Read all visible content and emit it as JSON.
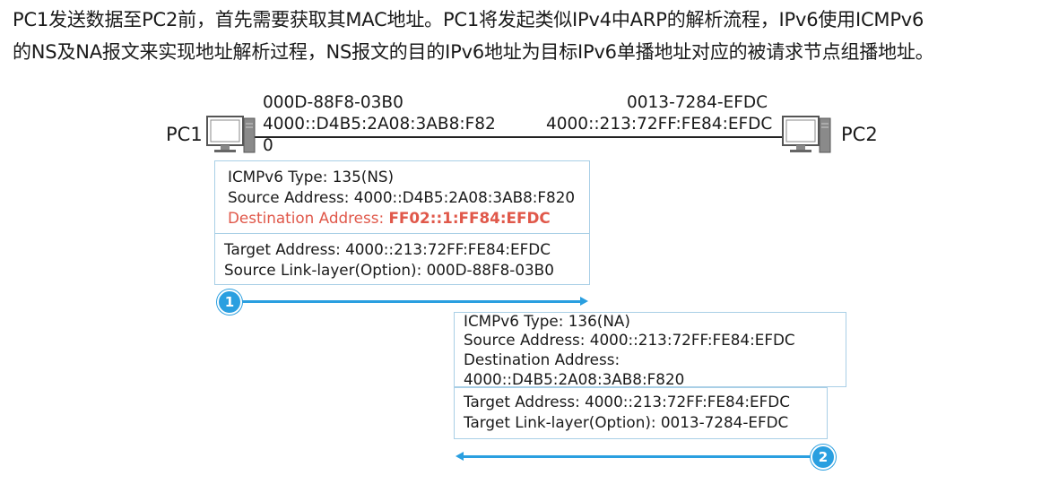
{
  "intro": {
    "line1": "PC1发送数据至PC2前，首先需要获取其MAC地址。PC1将发起类似IPv4中ARP的解析流程，IPv6使用ICMPv6",
    "line2": "的NS及NA报文来实现地址解析过程，NS报文的目的IPv6地址为目标IPv6单播地址对应的被请求节点组播地址。"
  },
  "pc1": {
    "name": "PC1",
    "mac": "000D-88F8-03B0",
    "ipv6_part1": "4000::D4B5:2A08:3AB8:F82",
    "ipv6_part2": "0"
  },
  "pc2": {
    "name": "PC2",
    "mac": "0013-7284-EFDC",
    "ipv6": "4000::213:72FF:FE84:EFDC"
  },
  "ns_message": {
    "header": {
      "type": "ICMPv6 Type: 135(NS)",
      "source": "Source Address: 4000::D4B5:2A08:3AB8:F820",
      "dest_label": "Destination Address: ",
      "dest_value": "FF02::1:FF84:EFDC"
    },
    "body": {
      "target": "Target Address: 4000::213:72FF:FE84:EFDC",
      "option": "Source Link-layer(Option): 000D-88F8-03B0"
    },
    "step": "1"
  },
  "na_message": {
    "header": {
      "type": "ICMPv6 Type: 136(NA)",
      "source": "Source Address: 4000::213:72FF:FE84:EFDC",
      "dest_label": "Destination Address:",
      "dest_value": "4000::D4B5:2A08:3AB8:F820"
    },
    "body": {
      "target": "Target Address: 4000::213:72FF:FE84:EFDC",
      "option": "Target Link-layer(Option): 0013-7284-EFDC"
    },
    "step": "2"
  },
  "colors": {
    "accent": "#2a9fe0",
    "highlight": "#e0584a",
    "box_border": "#a9cfe6"
  }
}
